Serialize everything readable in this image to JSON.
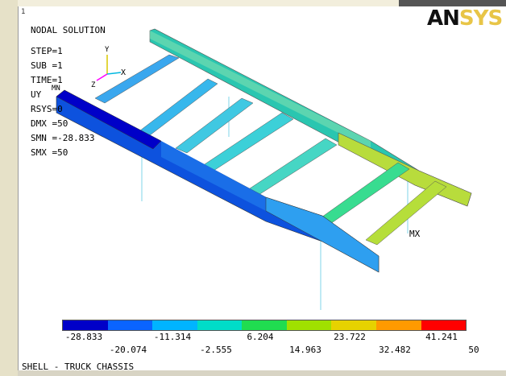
{
  "logo": {
    "text_main": "AN",
    "text_faded": "SYS"
  },
  "window_number": "1",
  "header_lines": [
    "NODAL SOLUTION",
    "STEP=1",
    "SUB =1",
    "TIME=1",
    "UY",
    "RSYS=0",
    "DMX =50",
    "SMN =-28.833",
    "SMX =50"
  ],
  "triad": {
    "y": "Y",
    "x": "X",
    "z": "Z"
  },
  "markers": {
    "max": "MX",
    "min": "MN"
  },
  "legend": {
    "colors": [
      "#0000c8",
      "#0a64ff",
      "#00b4ff",
      "#00dcc8",
      "#20dc50",
      "#a0e000",
      "#e6d200",
      "#ff9a00",
      "#ff0000"
    ],
    "top_labels": [
      "-28.833",
      "-11.314",
      "6.204",
      "23.722",
      "41.241"
    ],
    "bottom_labels": [
      "-20.074",
      "-2.555",
      "14.963",
      "32.482",
      "50"
    ]
  },
  "footer": "SHELL - TRUCK CHASSIS"
}
